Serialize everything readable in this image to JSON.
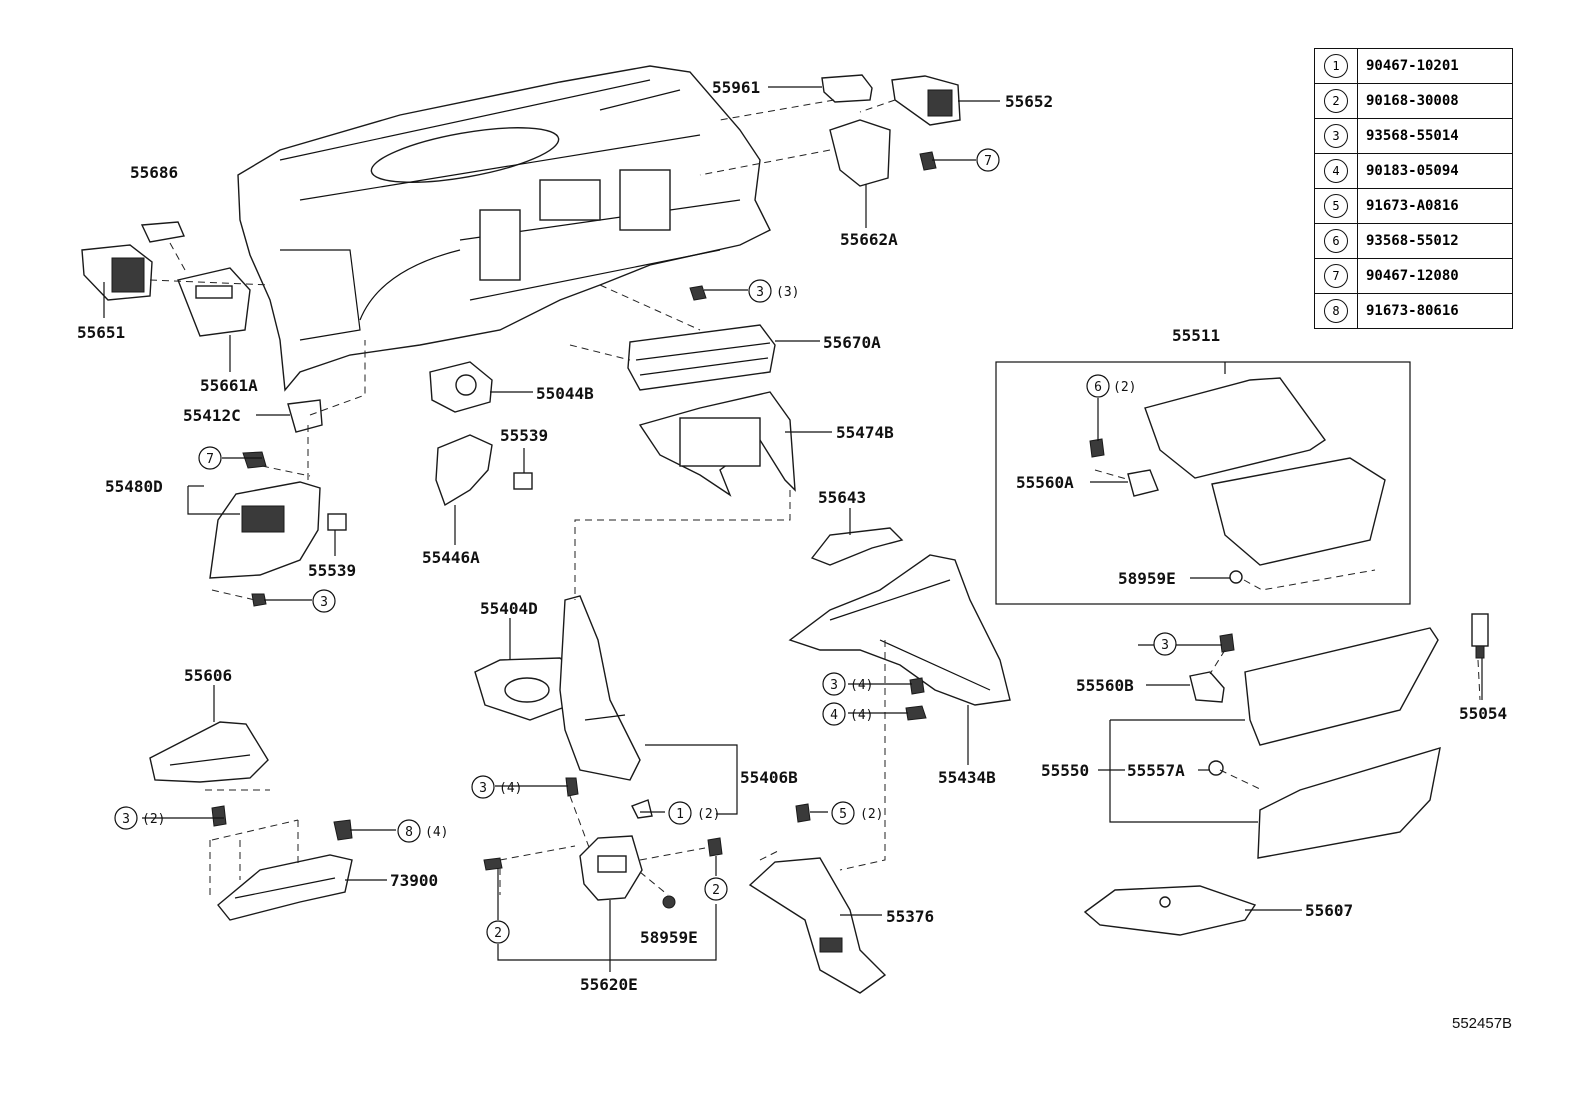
{
  "figure_id": "552457B",
  "legend": [
    {
      "num": "1",
      "code": "90467-10201"
    },
    {
      "num": "2",
      "code": "90168-30008"
    },
    {
      "num": "3",
      "code": "93568-55014"
    },
    {
      "num": "4",
      "code": "90183-05094"
    },
    {
      "num": "5",
      "code": "91673-A0816"
    },
    {
      "num": "6",
      "code": "93568-55012"
    },
    {
      "num": "7",
      "code": "90467-12080"
    },
    {
      "num": "8",
      "code": "91673-80616"
    }
  ],
  "part_labels": {
    "p55961": "55961",
    "p55652": "55652",
    "p55662A": "55662A",
    "p55686": "55686",
    "p55651": "55651",
    "p55661A": "55661A",
    "p55670A": "55670A",
    "p55044B": "55044B",
    "p55412C": "55412C",
    "p55474B": "55474B",
    "p55539a": "55539",
    "p55539b": "55539",
    "p55480D": "55480D",
    "p55446A": "55446A",
    "p55643": "55643",
    "p55511": "55511",
    "p55560A": "55560A",
    "p58959Ea": "58959E",
    "p55404D": "55404D",
    "p55606": "55606",
    "p55406B": "55406B",
    "p55434B": "55434B",
    "p55560B": "55560B",
    "p55054": "55054",
    "p55550": "55550",
    "p55557A": "55557A",
    "p73900": "73900",
    "p55376": "55376",
    "p58959Eb": "58959E",
    "p55620E": "55620E",
    "p55607": "55607"
  },
  "callouts": {
    "c1_num": "1",
    "c1_qty": "(2)",
    "c2a_num": "2",
    "c2b_num": "2",
    "c3a_num": "3",
    "c3a_qty": "(3)",
    "c3b_num": "3",
    "c3c_num": "3",
    "c3c_qty": "(2)",
    "c3d_num": "3",
    "c3d_qty": "(4)",
    "c3e_num": "3",
    "c3e_qty": "(4)",
    "c3f_num": "3",
    "c4_num": "4",
    "c4_qty": "(4)",
    "c5_num": "5",
    "c5_qty": "(2)",
    "c6_num": "6",
    "c6_qty": "(2)",
    "c7a_num": "7",
    "c7b_num": "7",
    "c8_num": "8",
    "c8_qty": "(4)"
  }
}
